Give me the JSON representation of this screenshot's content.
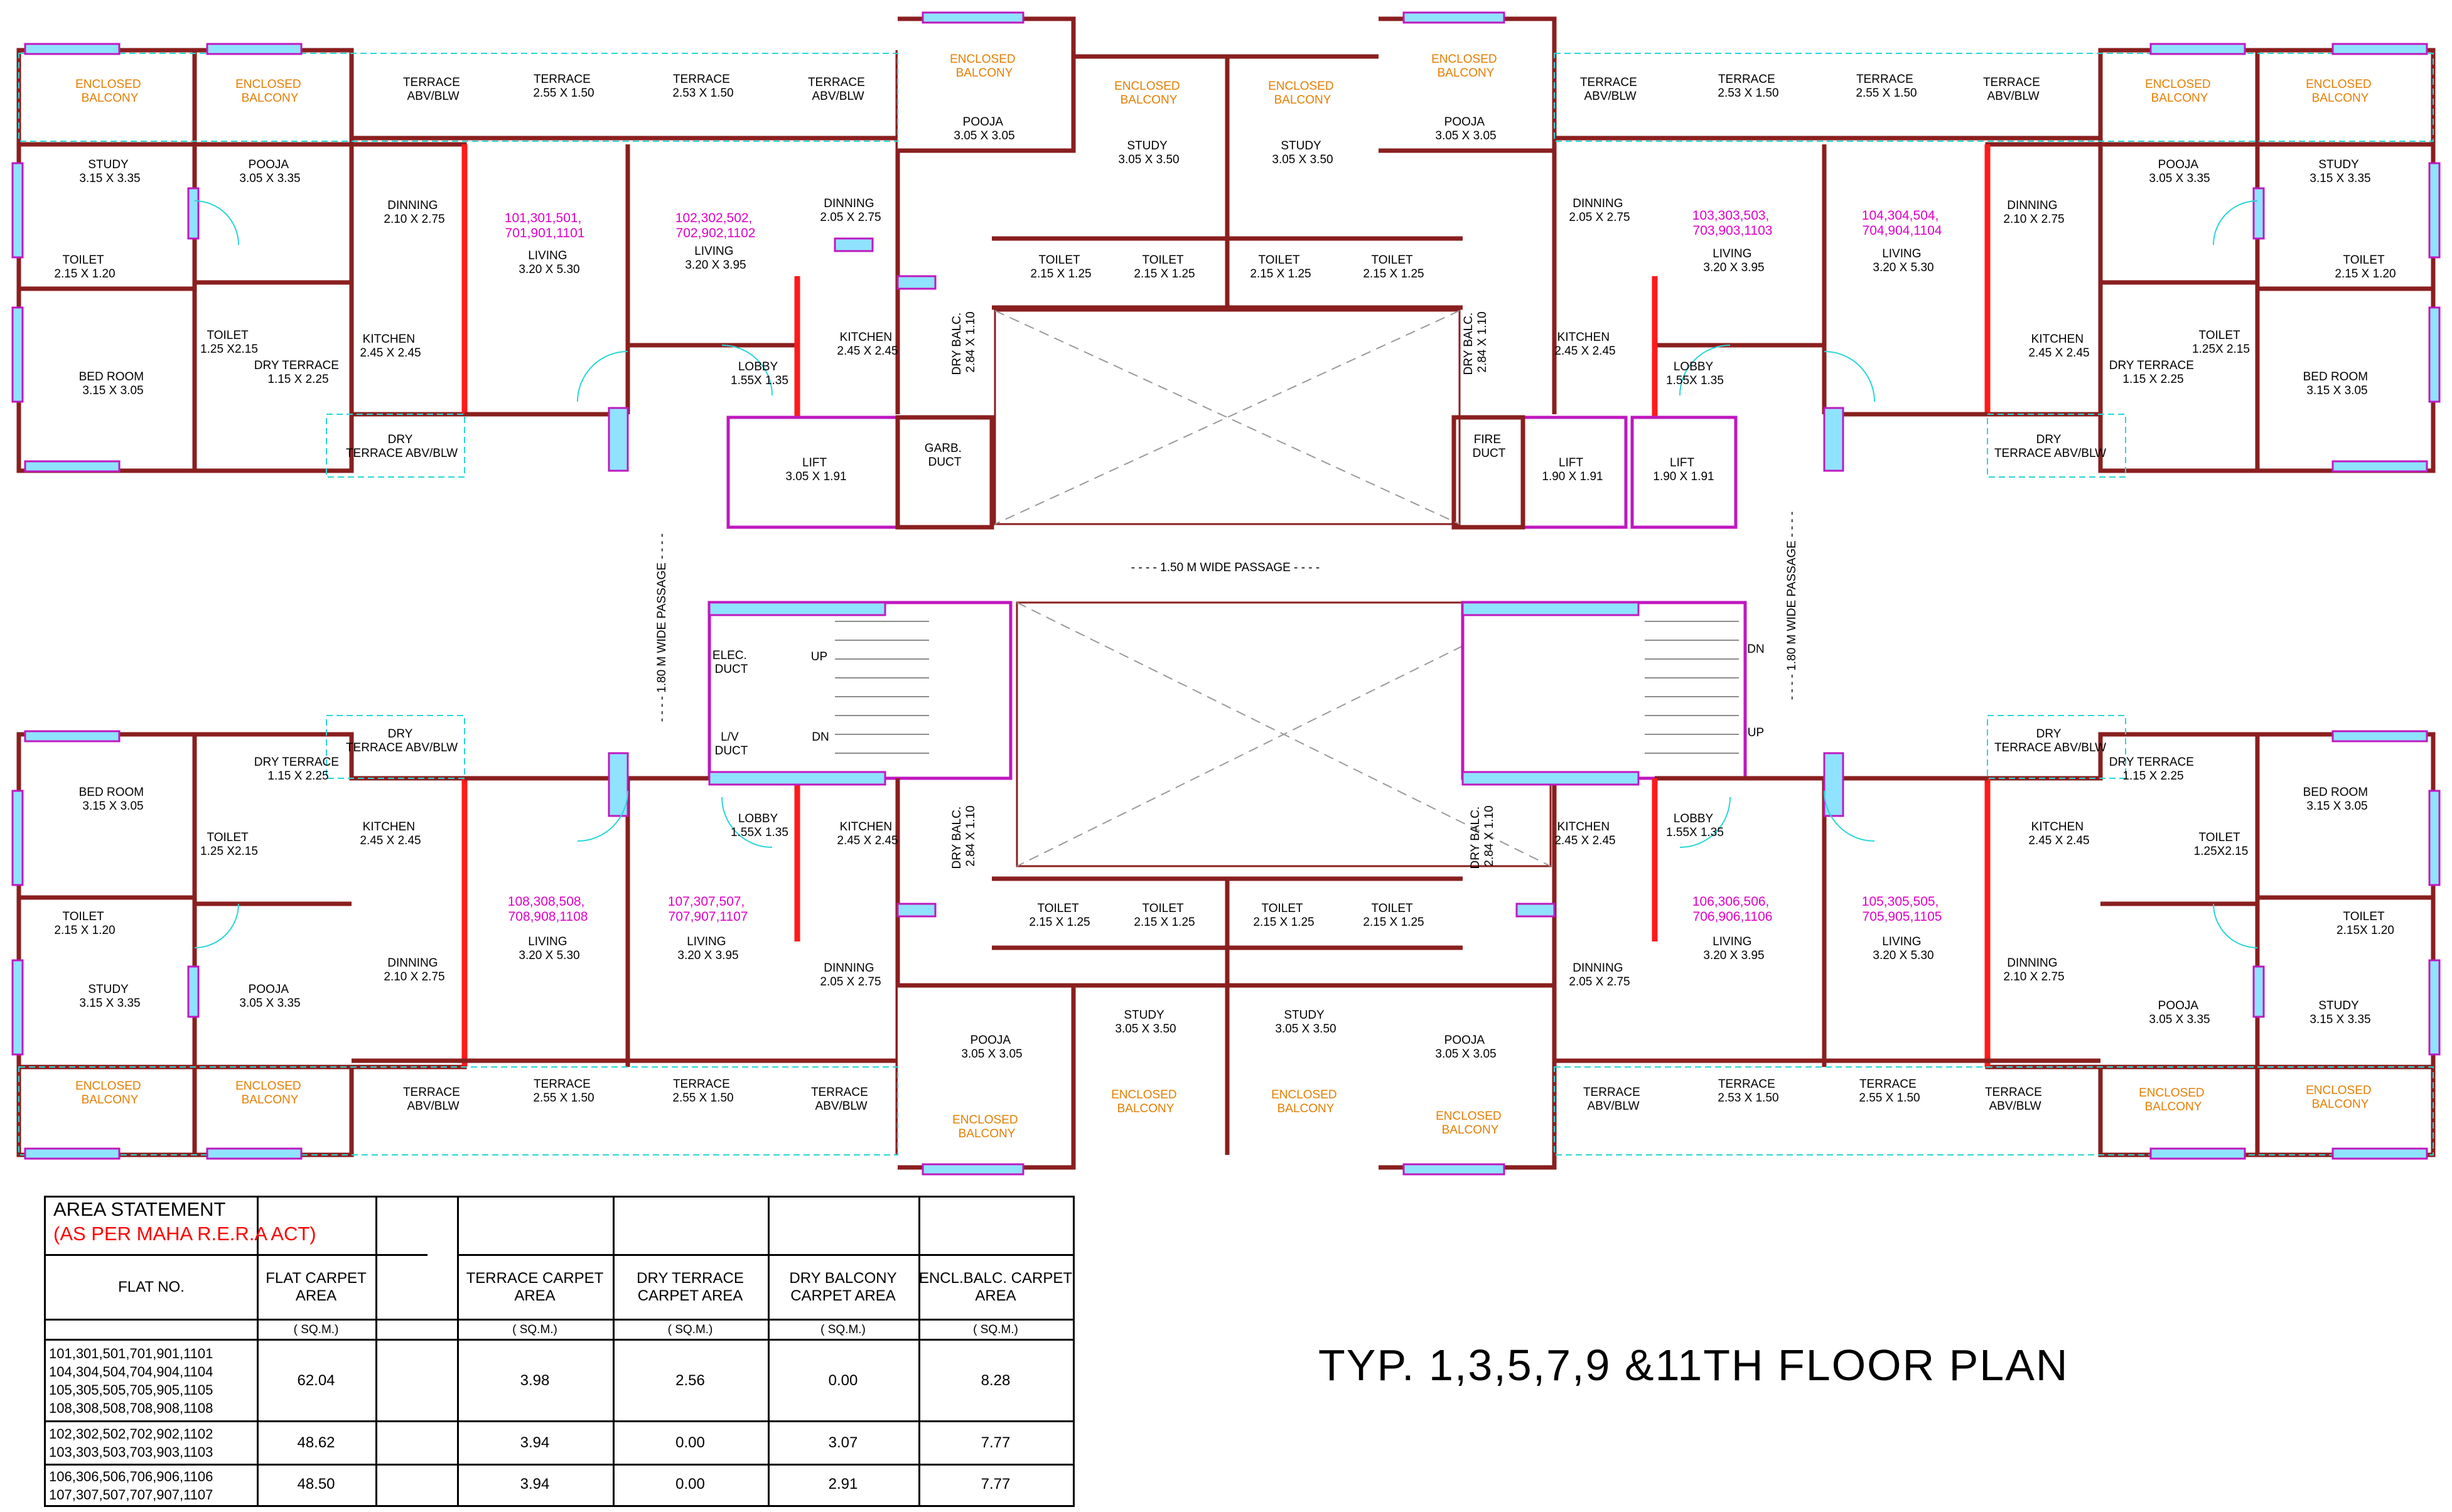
{
  "plan_title": "TYP. 1,3,5,7,9 &11TH FLOOR PLAN",
  "passages": {
    "horizontal": "- - - - 1.50 M WIDE PASSAGE - - - -",
    "left_vertical": "- - - - 1.80 M WIDE PASSAGE - - - -",
    "right_vertical": "- - - - 1.80 M WIDE PASSAGE - - - -"
  },
  "rooms": {
    "tl_encl_balc": "ENCLOSED BALCONY",
    "tl_encl_balc2": "ENCLOSED BALCONY",
    "tl_study": "STUDY 3.15 X 3.35",
    "tl_pooja": "POOJA 3.05 X 3.35",
    "tl_toilet1": "TOILET 2.15 X 1.20",
    "tl_toilet2": "TOILET 1.25 X2.15",
    "tl_bedroom": "BED ROOM 3.15 X 3.05",
    "tl_dry_terrace": "DRY TERRACE 1.15 X 2.25",
    "tl_kitchen": "KITCHEN 2.45 X 2.45",
    "tl_dry_terrace2": "DRY TERRACE ABV/BLW",
    "tl_dinning": "DINNING 2.10 X 2.75",
    "tl_terrace_abv": "TERRACE ABV/BLW",
    "tl_terrace1": "TERRACE 2.55 X 1.50",
    "tl_terrace2": "TERRACE 2.53 X 1.50",
    "tl_flats_a": "101,301,501, 701,901,1101",
    "tl_living_a": "LIVING 3.20 X 5.30",
    "tl_flats_b": "102,302,502, 702,902,1102",
    "tl_living_b": "LIVING 3.20 X 3.95",
    "tl_lobby": "LOBBY 1.55X 1.35",
    "tc_terrace_abv": "TERRACE ABV/BLW",
    "tc_encl_balc": "ENCLOSED BALCONY",
    "tc_pooja": "POOJA 3.05 X 3.05",
    "tc_dinning": "DINNING 2.05 X 2.75",
    "tc_kitchen": "KITCHEN 2.45 X 2.45",
    "tc_dry_balc": "DRY BALC. 2.84 X 1.10",
    "tc_lift": "LIFT 3.05 X 1.91",
    "tc_garb": "GARB. DUCT",
    "tc_toilet1": "TOILET 2.15 X 1.25",
    "tc_toilet2": "TOILET 2.15 X 1.25",
    "tc_toilet3": "TOILET 2.15 X 1.25",
    "tc_toilet4": "TOILET 2.15 X 1.25",
    "tc_encl_balc2": "ENCLOSED BALCONY",
    "tc_study1": "STUDY 3.05 X 3.50",
    "tc_encl_balc3": "ENCLOSED BALCONY",
    "tc_study2": "STUDY 3.05 X 3.50",
    "tc_encl_balc4": "ENCLOSED BALCONY",
    "tc_pooja2": "POOJA 3.05 X 3.05",
    "tc_dry_balc2": "DRY BALC. 2.84 X 1.10",
    "tc_kitchen2": "KITCHEN 2.45 X 2.45",
    "tc_fire": "FIRE DUCT",
    "tc_lift2": "LIFT 1.90 X 1.91",
    "tc_lift3": "LIFT 1.90 X 1.91",
    "tc_dinning2": "DINNING 2.05 X 2.75",
    "tc_terrace_abv2": "TERRACE ABV/BLW",
    "tr_terrace1": "TERRACE 2.53 X 1.50",
    "tr_terrace2": "TERRACE 2.55 X 1.50",
    "tr_terrace_abv": "TERRACE ABV/BLW",
    "tr_flats_a": "103,303,503, 703,903,1103",
    "tr_living_a": "LIVING 3.20 X 3.95",
    "tr_flats_b": "104,304,504, 704,904,1104",
    "tr_living_b": "LIVING 3.20 X 5.30",
    "tr_lobby": "LOBBY 1.55X 1.35",
    "tr_dinning": "DINNING 2.10 X 2.75",
    "tr_kitchen": "KITCHEN 2.45 X 2.45",
    "tr_dry_terrace": "DRY TERRACE 1.15 X 2.25",
    "tr_dry_terrace2": "DRY TERRACE ABV/BLW",
    "tr_encl_balc": "ENCLOSED BALCONY",
    "tr_encl_balc2": "ENCLOSED BALCONY",
    "tr_pooja": "POOJA 3.05 X 3.35",
    "tr_study": "STUDY 3.15 X 3.35",
    "tr_toilet1": "TOILET 2.15 X 1.20",
    "tr_toilet2": "TOILET 1.25X 2.15",
    "tr_bedroom": "BED ROOM 3.15 X 3.05",
    "c_elec": "ELEC. DUCT",
    "c_lv": "L/V DUCT",
    "c_up": "UP",
    "c_dn": "DN",
    "c_dn2": "DN",
    "c_up2": "UP",
    "bl_bedroom": "BED ROOM 3.15 X 3.05",
    "bl_dry_terrace": "DRY TERRACE ABV/BLW",
    "bl_toilet2": "TOILET 1.25 X2.15",
    "bl_dry_terrace2": "DRY TERRACE 1.15 X 2.25",
    "bl_kitchen": "KITCHEN 2.45 X 2.45",
    "bl_toilet1": "TOILET 2.15 X 1.20",
    "bl_dinning": "DINNING 2.10 X 2.75",
    "bl_study": "STUDY 3.15 X 3.35",
    "bl_pooja": "POOJA 3.05 X 3.35",
    "bl_encl_balc": "ENCLOSED BALCONY",
    "bl_encl_balc2": "ENCLOSED BALCONY",
    "bl_terrace_abv": "TERRACE ABV/BLW",
    "bl_terrace1": "TERRACE 2.55 X 1.50",
    "bl_terrace2": "TERRACE 2.55 X 1.50",
    "bl_flats_a": "108,308,508, 708,908,1108",
    "bl_living_a": "LIVING 3.20 X 5.30",
    "bl_flats_b": "107,307,507, 707,907,1107",
    "bl_living_b": "LIVING 3.20 X 3.95",
    "bl_lobby": "LOBBY 1.55X 1.35",
    "bc_kitchen": "KITCHEN 2.45 X 2.45",
    "bc_dry_balc": "DRY BALC. 2.84 X 1.10",
    "bc_dinning": "DINNING 2.05 X 2.75",
    "bc_terrace_abv": "TERRACE ABV/BLW",
    "bc_toilet1": "TOILET 2.15 X 1.25",
    "bc_toilet2": "TOILET 2.15 X 1.25",
    "bc_toilet3": "TOILET 2.15 X 1.25",
    "bc_toilet4": "TOILET 2.15 X 1.25",
    "bc_pooja": "POOJA 3.05 X 3.05",
    "bc_encl_balc": "ENCLOSED BALCONY",
    "bc_study1": "STUDY 3.05 X 3.50",
    "bc_encl_balc2": "ENCLOSED BALCONY",
    "bc_study2": "STUDY 3.05 X 3.50",
    "bc_encl_balc3": "ENCLOSED BALCONY",
    "bc_pooja2": "POOJA 3.05 X 3.05",
    "bc_encl_balc4": "ENCLOSED BALCONY",
    "bc_dry_balc2": "DRY BALC. 2.84 X 1.10",
    "bc_kitchen2": "KITCHEN 2.45 X 2.45",
    "bc_dinning2": "DINNING 2.05 X 2.75",
    "bc_terrace_abv2": "TERRACE ABV/BLW",
    "br_flats_a": "106,306,506, 706,906,1106",
    "br_living_a": "LIVING 3.20 X 3.95",
    "br_flats_b": "105,305,505, 705,905,1105",
    "br_living_b": "LIVING 3.20 X 5.30",
    "br_lobby": "LOBBY 1.55X 1.35",
    "br_terrace1": "TERRACE 2.53 X 1.50",
    "br_terrace2": "TERRACE 2.55 X 1.50",
    "br_terrace_abv": "TERRACE ABV/BLW",
    "br_dry_terrace": "DRY TERRACE ABV/BLW",
    "br_kitchen": "KITCHEN 2.45 X 2.45",
    "br_dry_terrace2": "DRY TERRACE 1.15 X 2.25",
    "br_toilet2": "TOILET 1.25X2.15",
    "br_bedroom": "BED ROOM 3.15 X 3.05",
    "br_toilet1": "TOILET 2.15X 1.20",
    "br_dinning": "DINNING 2.10 X 2.75",
    "br_pooja": "POOJA 3.05 X 3.35",
    "br_study": "STUDY 3.15 X 3.35",
    "br_encl_balc": "ENCLOSED BALCONY",
    "br_encl_balc2": "ENCLOSED BALCONY"
  },
  "area_statement": {
    "title": "AREA STATEMENT",
    "subtitle": "(AS PER MAHA R.E.R.A ACT)",
    "headers": {
      "flat_no": "FLAT NO.",
      "flat_carpet": "FLAT CARPET AREA",
      "terrace": "TERRACE CARPET AREA",
      "dry_terrace": "DRY TERRACE CARPET AREA",
      "dry_balcony": "DRY BALCONY CARPET AREA",
      "encl_balc": "ENCL.BALC. CARPET AREA",
      "unit": "( SQ.M.)"
    },
    "rows": [
      {
        "flats": [
          "101,301,501,701,901,1101",
          "104,304,504,704,904,1104",
          "105,305,505,705,905,1105",
          "108,308,508,708,908,1108"
        ],
        "flat_carpet": "62.04",
        "terrace": "3.98",
        "dry_terrace": "2.56",
        "dry_balcony": "0.00",
        "encl_balc": "8.28"
      },
      {
        "flats": [
          "102,302,502,702,902,1102",
          "103,303,503,703,903,1103"
        ],
        "flat_carpet": "48.62",
        "terrace": "3.94",
        "dry_terrace": "0.00",
        "dry_balcony": "3.07",
        "encl_balc": "7.77"
      },
      {
        "flats": [
          "106,306,506,706,906,1106",
          "107,307,507,707,907,1107"
        ],
        "flat_carpet": "48.50",
        "terrace": "3.94",
        "dry_terrace": "0.00",
        "dry_balcony": "2.91",
        "encl_balc": "7.77"
      }
    ]
  },
  "colors": {
    "wall": "#8a1f1f",
    "red_wall": "#ff1a1a",
    "window": "#8fe3ff",
    "window_frame": "#bf18bf",
    "flat_numbers": "#e000c8",
    "balcony_label": "#e67e00",
    "subtitle": "#ff0000",
    "dashed": "#2ad6d6"
  }
}
